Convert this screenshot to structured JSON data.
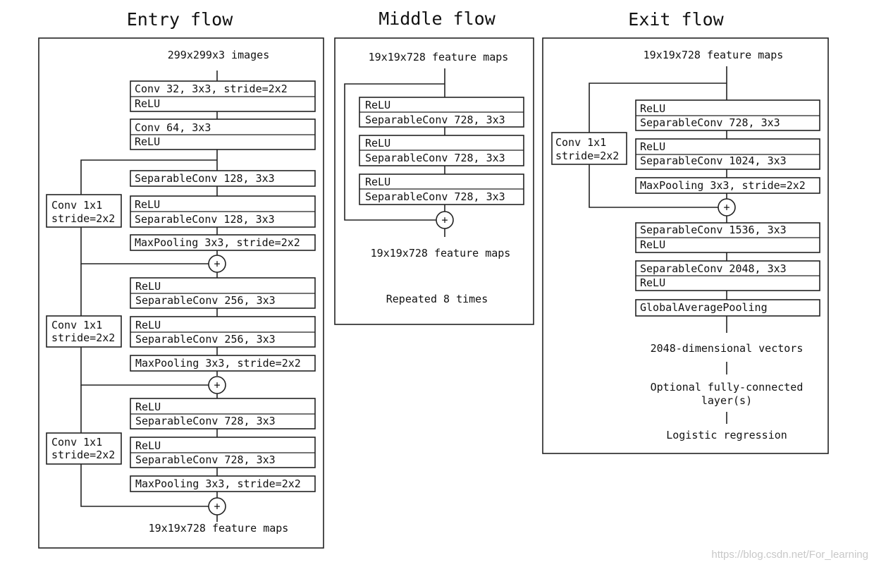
{
  "titles": {
    "entry": "Entry flow",
    "middle": "Middle flow",
    "exit": "Exit flow"
  },
  "entry": {
    "input": "299x299x3 images",
    "block1": [
      "Conv 32, 3x3, stride=2x2",
      "ReLU"
    ],
    "block2": [
      "Conv 64, 3x3",
      "ReLU"
    ],
    "block3": [
      "SeparableConv 128, 3x3"
    ],
    "block4": [
      "ReLU",
      "SeparableConv 128, 3x3"
    ],
    "block5": [
      "MaxPooling 3x3, stride=2x2"
    ],
    "block6": [
      "ReLU",
      "SeparableConv 256, 3x3"
    ],
    "block7": [
      "ReLU",
      "SeparableConv 256, 3x3"
    ],
    "block8": [
      "MaxPooling 3x3, stride=2x2"
    ],
    "block9": [
      "ReLU",
      "SeparableConv 728, 3x3"
    ],
    "block10": [
      "ReLU",
      "SeparableConv 728, 3x3"
    ],
    "block11": [
      "MaxPooling 3x3, stride=2x2"
    ],
    "skip1": [
      "Conv 1x1",
      "stride=2x2"
    ],
    "skip2": [
      "Conv 1x1",
      "stride=2x2"
    ],
    "skip3": [
      "Conv 1x1",
      "stride=2x2"
    ],
    "output": "19x19x728 feature maps"
  },
  "middle": {
    "input": "19x19x728 feature maps",
    "block1": [
      "ReLU",
      "SeparableConv 728, 3x3"
    ],
    "block2": [
      "ReLU",
      "SeparableConv 728, 3x3"
    ],
    "block3": [
      "ReLU",
      "SeparableConv 728, 3x3"
    ],
    "output": "19x19x728 feature maps",
    "repeat": "Repeated 8 times"
  },
  "exit": {
    "input": "19x19x728 feature maps",
    "block1": [
      "ReLU",
      "SeparableConv 728, 3x3"
    ],
    "block2": [
      "ReLU",
      "SeparableConv 1024, 3x3"
    ],
    "block3": [
      "MaxPooling 3x3, stride=2x2"
    ],
    "skip": [
      "Conv 1x1",
      "stride=2x2"
    ],
    "block4": [
      "SeparableConv 1536, 3x3",
      "ReLU"
    ],
    "block5": [
      "SeparableConv 2048, 3x3",
      "ReLU"
    ],
    "block6": [
      "GlobalAveragePooling"
    ],
    "vectors": "2048-dimensional vectors",
    "fc": [
      "Optional fully-connected",
      "layer(s)"
    ],
    "logistic": "Logistic regression"
  },
  "watermark": "https://blog.csdn.net/For_learning",
  "plus_symbol": "+"
}
